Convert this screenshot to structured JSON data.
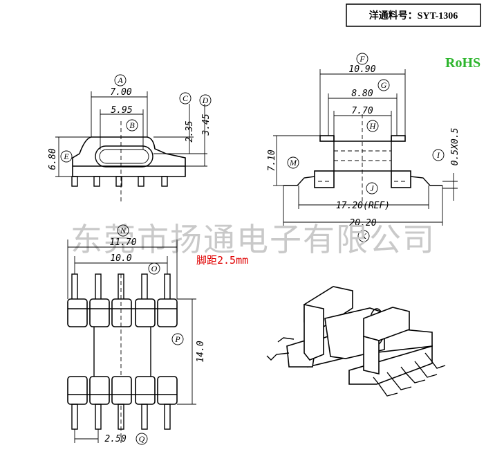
{
  "part_number": "洋通料号：SYT-1306",
  "compliance": "RoHS",
  "watermark": "东莞市扬通电子有限公司",
  "pin_pitch_note": "脚距2.5mm",
  "labels": {
    "A": "A",
    "B": "B",
    "C": "C",
    "D": "D",
    "E": "E",
    "F": "F",
    "G": "G",
    "H": "H",
    "I": "I",
    "J": "J",
    "K": "K",
    "M": "M",
    "N": "N",
    "O": "O",
    "P": "P",
    "Q": "Q"
  },
  "dimensions": {
    "A": "7.00",
    "B": "5.95",
    "C": "2.35",
    "D": "3.45",
    "E": "6.80",
    "F": "10.90",
    "G": "8.80",
    "H": "7.70",
    "I": "0.5X0.5",
    "J": "17.20(REF)",
    "K": "20.20",
    "M": "7.10",
    "N": "11.70",
    "O": "10.0",
    "P": "14.0",
    "Q": "2.50"
  },
  "colors": {
    "rohs": "#2db52d",
    "note": "#e00000",
    "watermark": "#c9c9c9"
  }
}
